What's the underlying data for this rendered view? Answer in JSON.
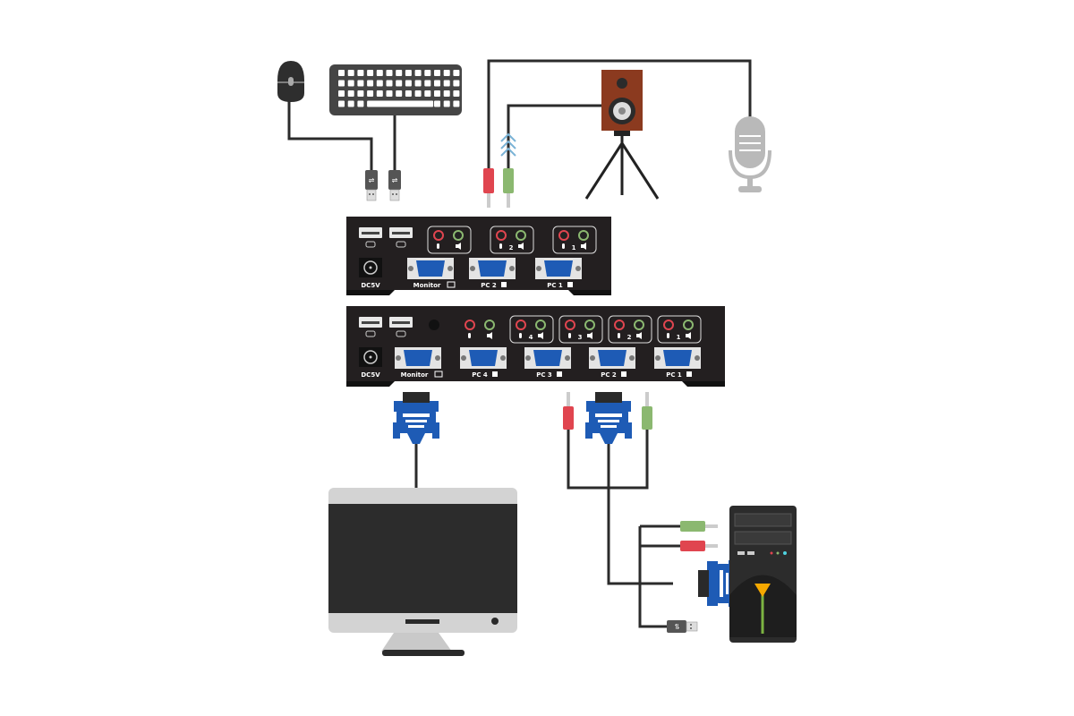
{
  "kvm_2port": {
    "power_label": "DC5V",
    "monitor_label": "Monitor",
    "pc_ports": [
      "PC 2",
      "PC 1"
    ],
    "audio_groups": [
      "",
      "2",
      "1"
    ]
  },
  "kvm_4port": {
    "power_label": "DC5V",
    "monitor_label": "Monitor",
    "pc_ports": [
      "PC 4",
      "PC 3",
      "PC 2",
      "PC 1"
    ],
    "audio_groups": [
      "",
      "4",
      "3",
      "2",
      "1"
    ]
  },
  "colors": {
    "device_body": "#231f20",
    "vga_blue": "#1e5bb5",
    "mic_jack": "#e0454f",
    "speaker_jack": "#8bb870",
    "speaker_wood": "#8b3a1f",
    "cable": "#2b2b2b"
  }
}
